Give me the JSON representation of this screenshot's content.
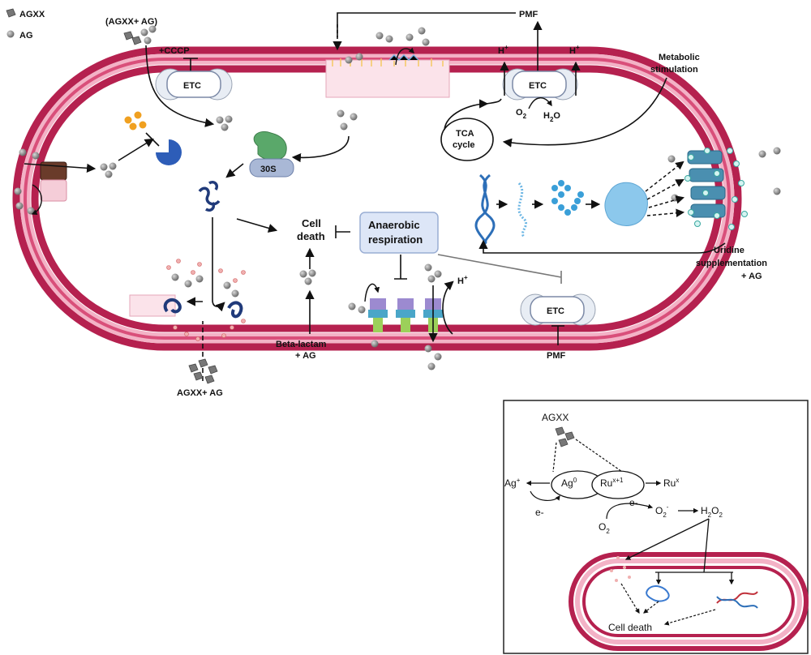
{
  "legend": {
    "agxx": "AGXX",
    "ag": "AG"
  },
  "labels": {
    "agxx_ag_top": "(AGXX+ AG)",
    "cccp": "+CCCP",
    "pmf_top": "PMF",
    "h_plus": "H",
    "plus_sup": "+",
    "etc": "ETC",
    "o2": "O",
    "o2_sub": "2",
    "h2o_h": "H",
    "h2o_sub": "2",
    "h2o_o": "O",
    "metabolic_1": "Metabolic",
    "metabolic_2": "stimulation",
    "tca_1": "TCA",
    "tca_2": "cycle",
    "ribo_30s": "30S",
    "cell_death_1": "Cell",
    "cell_death_2": "death",
    "anaerobic_1": "Anaerobic",
    "anaerobic_2": "respiration",
    "uridine_1": "Uridine",
    "uridine_2": "supplementation",
    "uridine_3": "+ AG",
    "beta_1": "Beta-lactam",
    "beta_2": "+ AG",
    "agxx_ag_bottom": "AGXX+ AG",
    "pmf_bottom": "PMF"
  },
  "inset": {
    "agxx": "AGXX",
    "ag_plus": "Ag",
    "ag_plus_sup": "+",
    "ag0": "Ag",
    "ag0_sup": "0",
    "ru_x1": "Ru",
    "ru_x1_sup": "x+1",
    "ru_x": "Ru",
    "ru_x_sup": "x",
    "e_minus_left": "e-",
    "e_minus_right": "e-",
    "o2": "O",
    "o2_sub": "2",
    "superoxide": "O",
    "superoxide_sub": "2",
    "superoxide_sup": "-",
    "h2o2_h": "H",
    "h2o2_sub1": "2",
    "h2o2_o": "O",
    "h2o2_sub2": "2",
    "cell_death": "Cell death"
  },
  "colors": {
    "membrane_dark": "#b5214f",
    "membrane_mid": "#d94f7a",
    "membrane_light": "#f0a8bf",
    "etc_fill": "#e8edf4",
    "anaerobic_box": "#dde6f7",
    "dna_blue": "#2d6fb8",
    "protein_blue": "#8cc8ec",
    "ribosome_green": "#5aa86a"
  }
}
